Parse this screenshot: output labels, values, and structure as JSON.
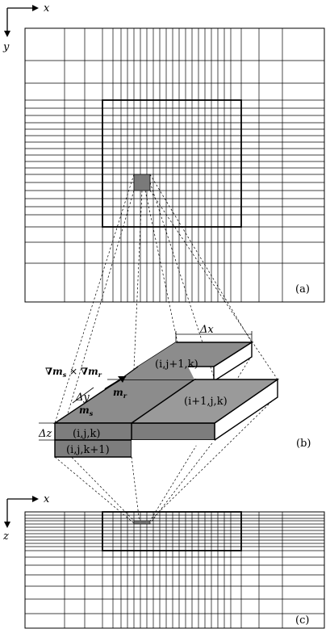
{
  "panel_a": {
    "label": "(a)",
    "axis_x": "x",
    "axis_y": "y"
  },
  "panel_b": {
    "label": "(b)",
    "cell_ijk": "(i,j,k)",
    "cell_ij1k": "(i,j+1,k)",
    "cell_i1jk": "(i+1,j,k)",
    "cell_ijk1": "(i,j,k+1)",
    "dx": "Δx",
    "dy": "Δy",
    "dz": "Δz",
    "grad_cross": "∇m",
    "m_s": "m",
    "m_r": "m",
    "sub_s": "s",
    "sub_r": "r"
  },
  "panel_c": {
    "label": "(c)",
    "axis_x": "x",
    "axis_z": "z"
  }
}
